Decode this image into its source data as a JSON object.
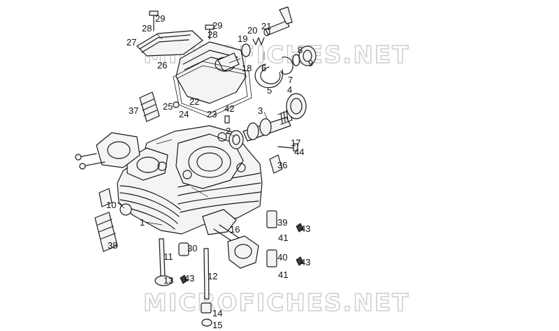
{
  "watermark": {
    "text": "MICROFICHES.NET"
  },
  "callouts": [
    "1",
    "2",
    "3",
    "4",
    "5",
    "6",
    "7",
    "8",
    "9",
    "10",
    "11",
    "12",
    "13",
    "14",
    "15",
    "16",
    "17",
    "18",
    "19",
    "20",
    "21",
    "22",
    "23",
    "24",
    "25",
    "26",
    "27",
    "28",
    "29",
    "28",
    "29",
    "30",
    "36",
    "37",
    "38",
    "39",
    "40",
    "41",
    "41",
    "42",
    "43",
    "43",
    "43",
    "43",
    "44"
  ]
}
